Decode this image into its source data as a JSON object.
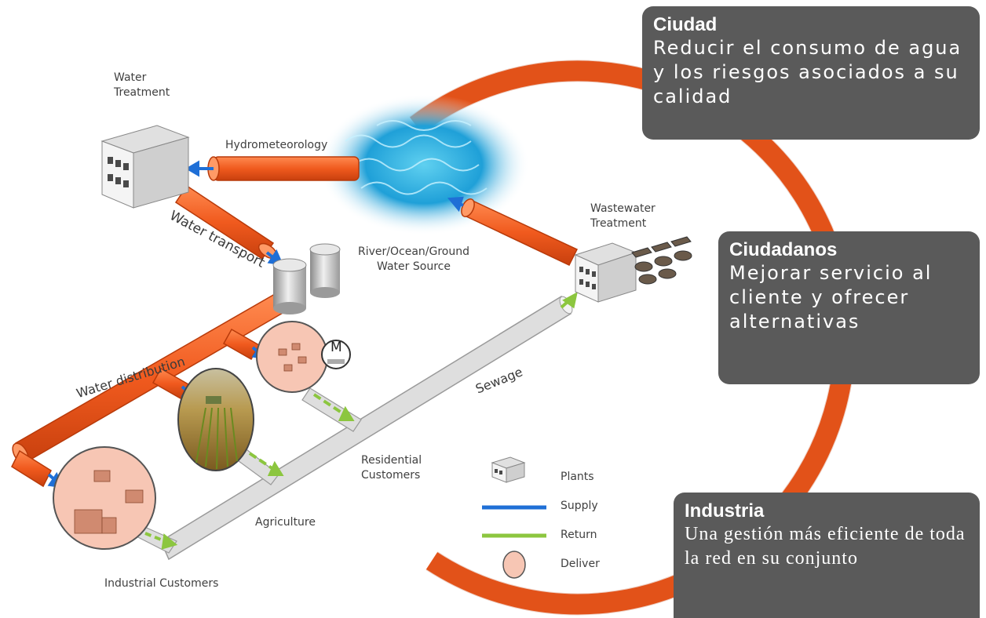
{
  "labels": {
    "water_treatment": "Water Treatment",
    "hydrometeorology": "Hydrometeorology",
    "water_transport": "Water transport",
    "water_source": "River/Ocean/Ground Water Source",
    "wastewater_treatment": "Wastewater Treatment",
    "water_distribution": "Water distribution",
    "sewage": "Sewage",
    "residential_customers": "Residential Customers",
    "agriculture": "Agriculture",
    "industrial_customers": "Industrial Customers",
    "meter": "M"
  },
  "legend": {
    "plants": "Plants",
    "supply": "Supply",
    "return": "Return",
    "deliver": "Deliver"
  },
  "callouts": {
    "ciudad": {
      "title": "Ciudad",
      "text": "Reducir el consumo de agua y los riesgos asociados a su calidad"
    },
    "ciudadanos": {
      "title": "Ciudadanos",
      "text": "Mejorar servicio al cliente y ofrecer alternativas"
    },
    "industria": {
      "title": "Industria",
      "text": "Una gestión más eficiente de toda la red en su conjunto"
    }
  },
  "colors": {
    "pipe": "#f05a1e",
    "pipe_outline": "#b83a0a",
    "arc": "#f05a1e",
    "supply": "#1f6fd6",
    "return": "#8cc63f",
    "deliver": "#f7c6b4",
    "callout_bg": "#5a5a5a",
    "sewage_pipe": "#d8d8d8"
  }
}
